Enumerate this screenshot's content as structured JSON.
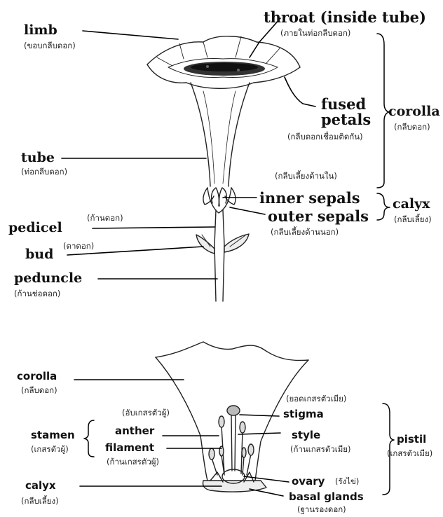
{
  "top": {
    "limb": {
      "en": "limb",
      "th": "(ขอบกลีบดอก)"
    },
    "throat": {
      "en": "throat (inside tube)",
      "th": "(ภายในท่อกลีบดอก)"
    },
    "fused_petals": {
      "en1": "fused",
      "en2": "petals",
      "th": "(กลีบดอกเชื่อมติดกัน)"
    },
    "corolla": {
      "en": "corolla",
      "th": "(กลีบดอก)"
    },
    "tube": {
      "en": "tube",
      "th": "(ท่อกลีบดอก)"
    },
    "inner_sepals": {
      "en": "inner sepals",
      "th": "(กลีบเลี้ยงด้านใน)"
    },
    "outer_sepals": {
      "en": "outer sepals",
      "th": "(กลีบเลี้ยงด้านนอก)"
    },
    "calyx": {
      "en": "calyx",
      "th": "(กลีบเลี้ยง)"
    },
    "pedicel": {
      "en": "pedicel",
      "th": "(ก้านดอก)"
    },
    "bud": {
      "en": "bud",
      "th": "(ตาดอก)"
    },
    "peduncle": {
      "en": "peduncle",
      "th": "(ก้านช่อดอก)"
    }
  },
  "bottom": {
    "corolla": {
      "en": "corolla",
      "th": "(กลีบดอก)"
    },
    "stamen": {
      "en": "stamen",
      "th": "(เกสรตัวผู้)"
    },
    "anther": {
      "en": "anther",
      "th": "(อับเกสรตัวผู้)"
    },
    "filament": {
      "en": "filament",
      "th": "(ก้านเกสรตัวผู้)"
    },
    "calyx": {
      "en": "calyx",
      "th": "(กลีบเลี้ยง)"
    },
    "stigma": {
      "en": "stigma",
      "th": "(ยอดเกสรตัวเมีย)"
    },
    "style": {
      "en": "style",
      "th": "(ก้านเกสรตัวเมีย)"
    },
    "pistil": {
      "en": "pistil",
      "th": "(เกสรตัวเมีย)"
    },
    "ovary": {
      "en": "ovary",
      "th": "(รังไข่)"
    },
    "basal_glands": {
      "en": "basal glands",
      "th": "(ฐานรองดอก)"
    }
  }
}
